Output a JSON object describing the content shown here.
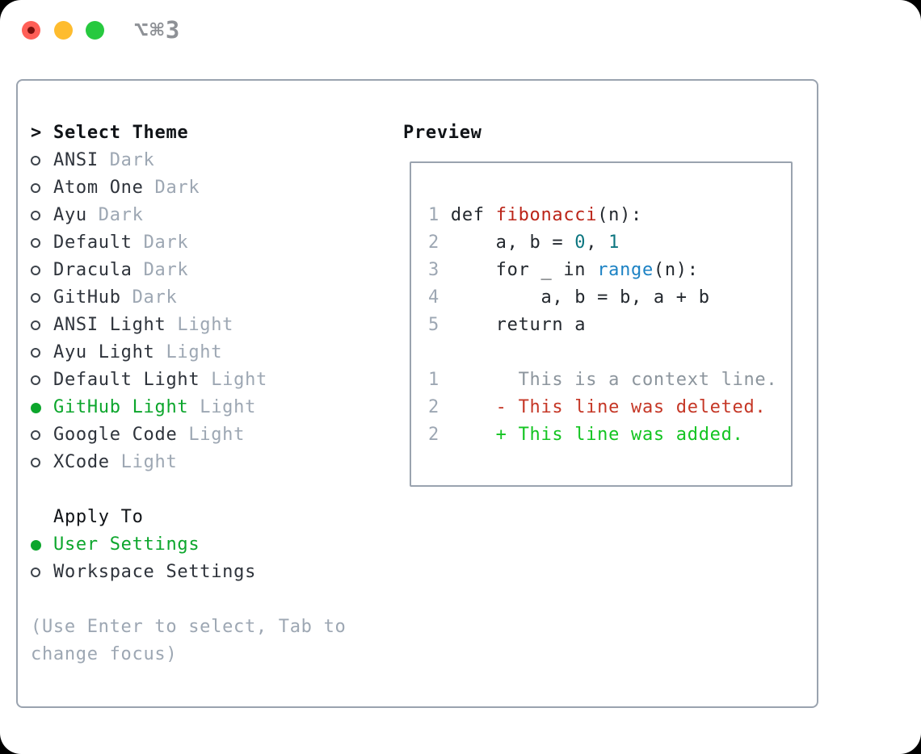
{
  "window": {
    "shortcut_label": "⌥⌘3",
    "traffic_lights": [
      {
        "name": "close-button",
        "color": "#FF5F57",
        "dot": "#7A100C"
      },
      {
        "name": "minimize-button",
        "color": "#FEBC2E",
        "dot": null
      },
      {
        "name": "zoom-button",
        "color": "#27C93F",
        "dot": null
      }
    ]
  },
  "theme_panel": {
    "header": {
      "prompt": ">",
      "label": "Select Theme"
    },
    "themes": [
      {
        "name": "ANSI",
        "variant": "Dark",
        "selected": false
      },
      {
        "name": "Atom One",
        "variant": "Dark",
        "selected": false
      },
      {
        "name": "Ayu",
        "variant": "Dark",
        "selected": false
      },
      {
        "name": "Default",
        "variant": "Dark",
        "selected": false
      },
      {
        "name": "Dracula",
        "variant": "Dark",
        "selected": false
      },
      {
        "name": "GitHub",
        "variant": "Dark",
        "selected": false
      },
      {
        "name": "ANSI Light",
        "variant": "Light",
        "selected": false
      },
      {
        "name": "Ayu Light",
        "variant": "Light",
        "selected": false
      },
      {
        "name": "Default Light",
        "variant": "Light",
        "selected": false
      },
      {
        "name": "GitHub Light",
        "variant": "Light",
        "selected": true
      },
      {
        "name": "Google Code",
        "variant": "Light",
        "selected": false
      },
      {
        "name": "XCode",
        "variant": "Light",
        "selected": false
      }
    ],
    "apply_to": {
      "label": "Apply To",
      "options": [
        {
          "label": "User Settings",
          "selected": true
        },
        {
          "label": "Workspace Settings",
          "selected": false
        }
      ]
    },
    "hint_lines": [
      "(Use Enter to select, Tab to",
      "change focus)"
    ]
  },
  "preview": {
    "label": "Preview",
    "code_lines": [
      {
        "tokens": [
          {
            "t": "1",
            "c": "num"
          },
          {
            "t": " def ",
            "c": "code"
          },
          {
            "t": "fibonacci",
            "c": "fn"
          },
          {
            "t": "(n):",
            "c": "code"
          }
        ]
      },
      {
        "tokens": [
          {
            "t": "2",
            "c": "num"
          },
          {
            "t": "     a, b = ",
            "c": "code"
          },
          {
            "t": "0",
            "c": "lit"
          },
          {
            "t": ", ",
            "c": "code"
          },
          {
            "t": "1",
            "c": "lit"
          }
        ]
      },
      {
        "tokens": [
          {
            "t": "3",
            "c": "num"
          },
          {
            "t": "     for _ in ",
            "c": "code"
          },
          {
            "t": "range",
            "c": "builtin"
          },
          {
            "t": "(n):",
            "c": "code"
          }
        ]
      },
      {
        "tokens": [
          {
            "t": "4",
            "c": "num"
          },
          {
            "t": "         a, b = b, a + b",
            "c": "code"
          }
        ]
      },
      {
        "tokens": [
          {
            "t": "5",
            "c": "num"
          },
          {
            "t": "     return a",
            "c": "code"
          }
        ]
      },
      {
        "tokens": []
      },
      {
        "tokens": [
          {
            "t": "1",
            "c": "num"
          },
          {
            "t": "       This is a context line.",
            "c": "ctx"
          }
        ]
      },
      {
        "tokens": [
          {
            "t": "2",
            "c": "num"
          },
          {
            "t": "     - This line was deleted.",
            "c": "del"
          }
        ]
      },
      {
        "tokens": [
          {
            "t": "2",
            "c": "num"
          },
          {
            "t": "     + This line was added.",
            "c": "add"
          }
        ]
      }
    ]
  },
  "colors": {
    "accent_green": "#0CA62C",
    "added_green": "#13C421",
    "deleted_red": "#C53726",
    "function_red": "#BB2418",
    "literal_teal": "#0D7680",
    "builtin_blue": "#1C82C4",
    "header_black": "#101317",
    "text_dark": "#2E333B",
    "code_text": "#23282E",
    "muted_gray": "#9DA7B3",
    "context_gray": "#8C959D",
    "border_gray": "#9AA3AF",
    "titlebar_gray": "#8E9196"
  }
}
